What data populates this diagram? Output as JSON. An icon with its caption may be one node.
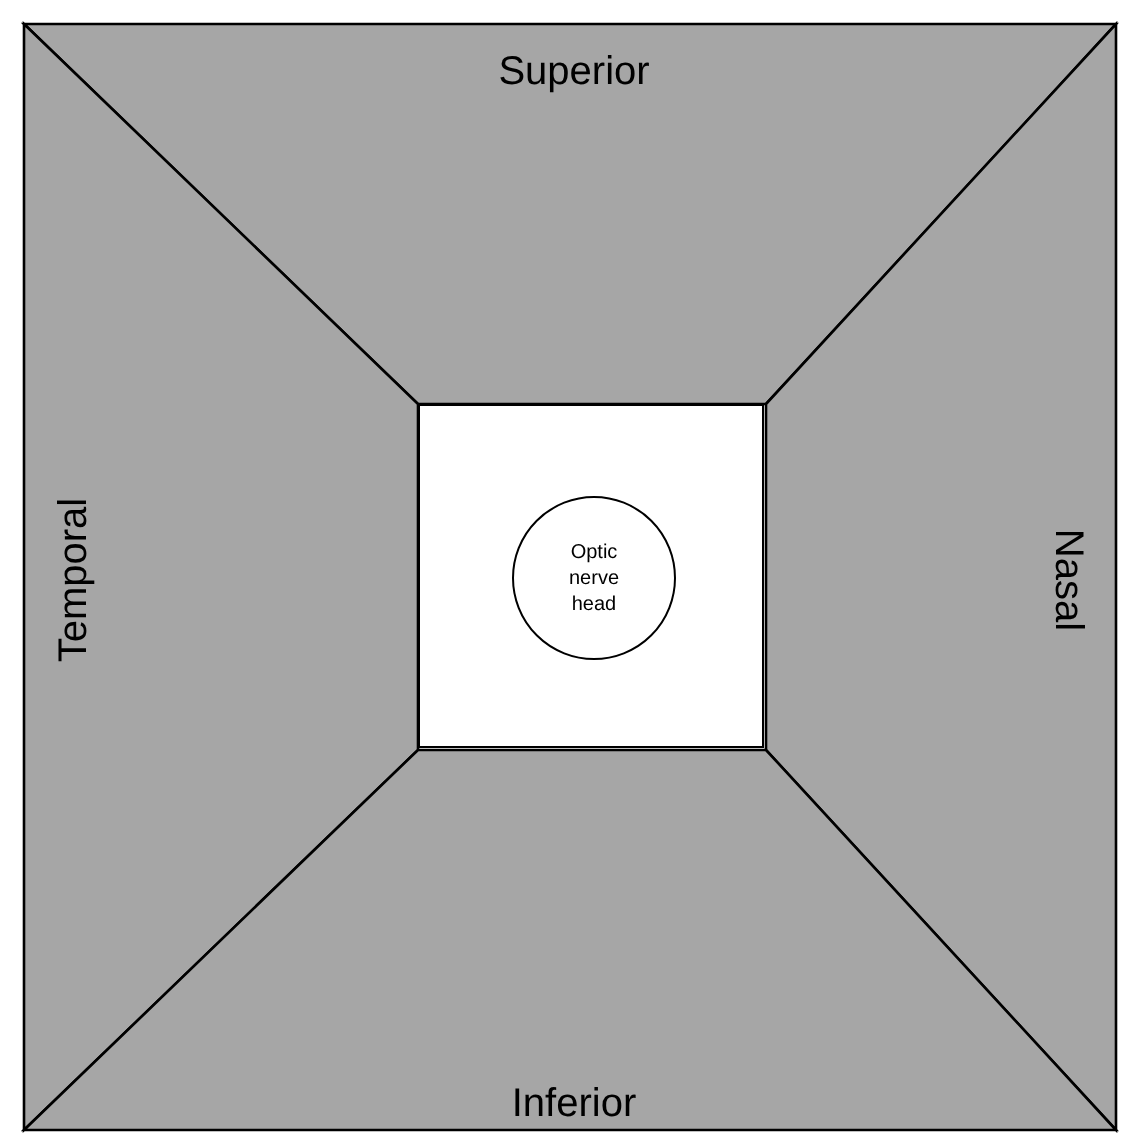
{
  "diagram": {
    "nodes": [
      {
        "text": [
          "Superior"
        ]
      },
      {
        "text": [
          "Temporal"
        ]
      },
      {
        "text": [
          "Nasal"
        ]
      },
      {
        "text": [
          "Inferior"
        ]
      },
      {
        "text": [],
        "shape": "box"
      },
      {
        "text": [
          "Optic nerve head"
        ],
        "in": 4
      }
    ]
  }
}
